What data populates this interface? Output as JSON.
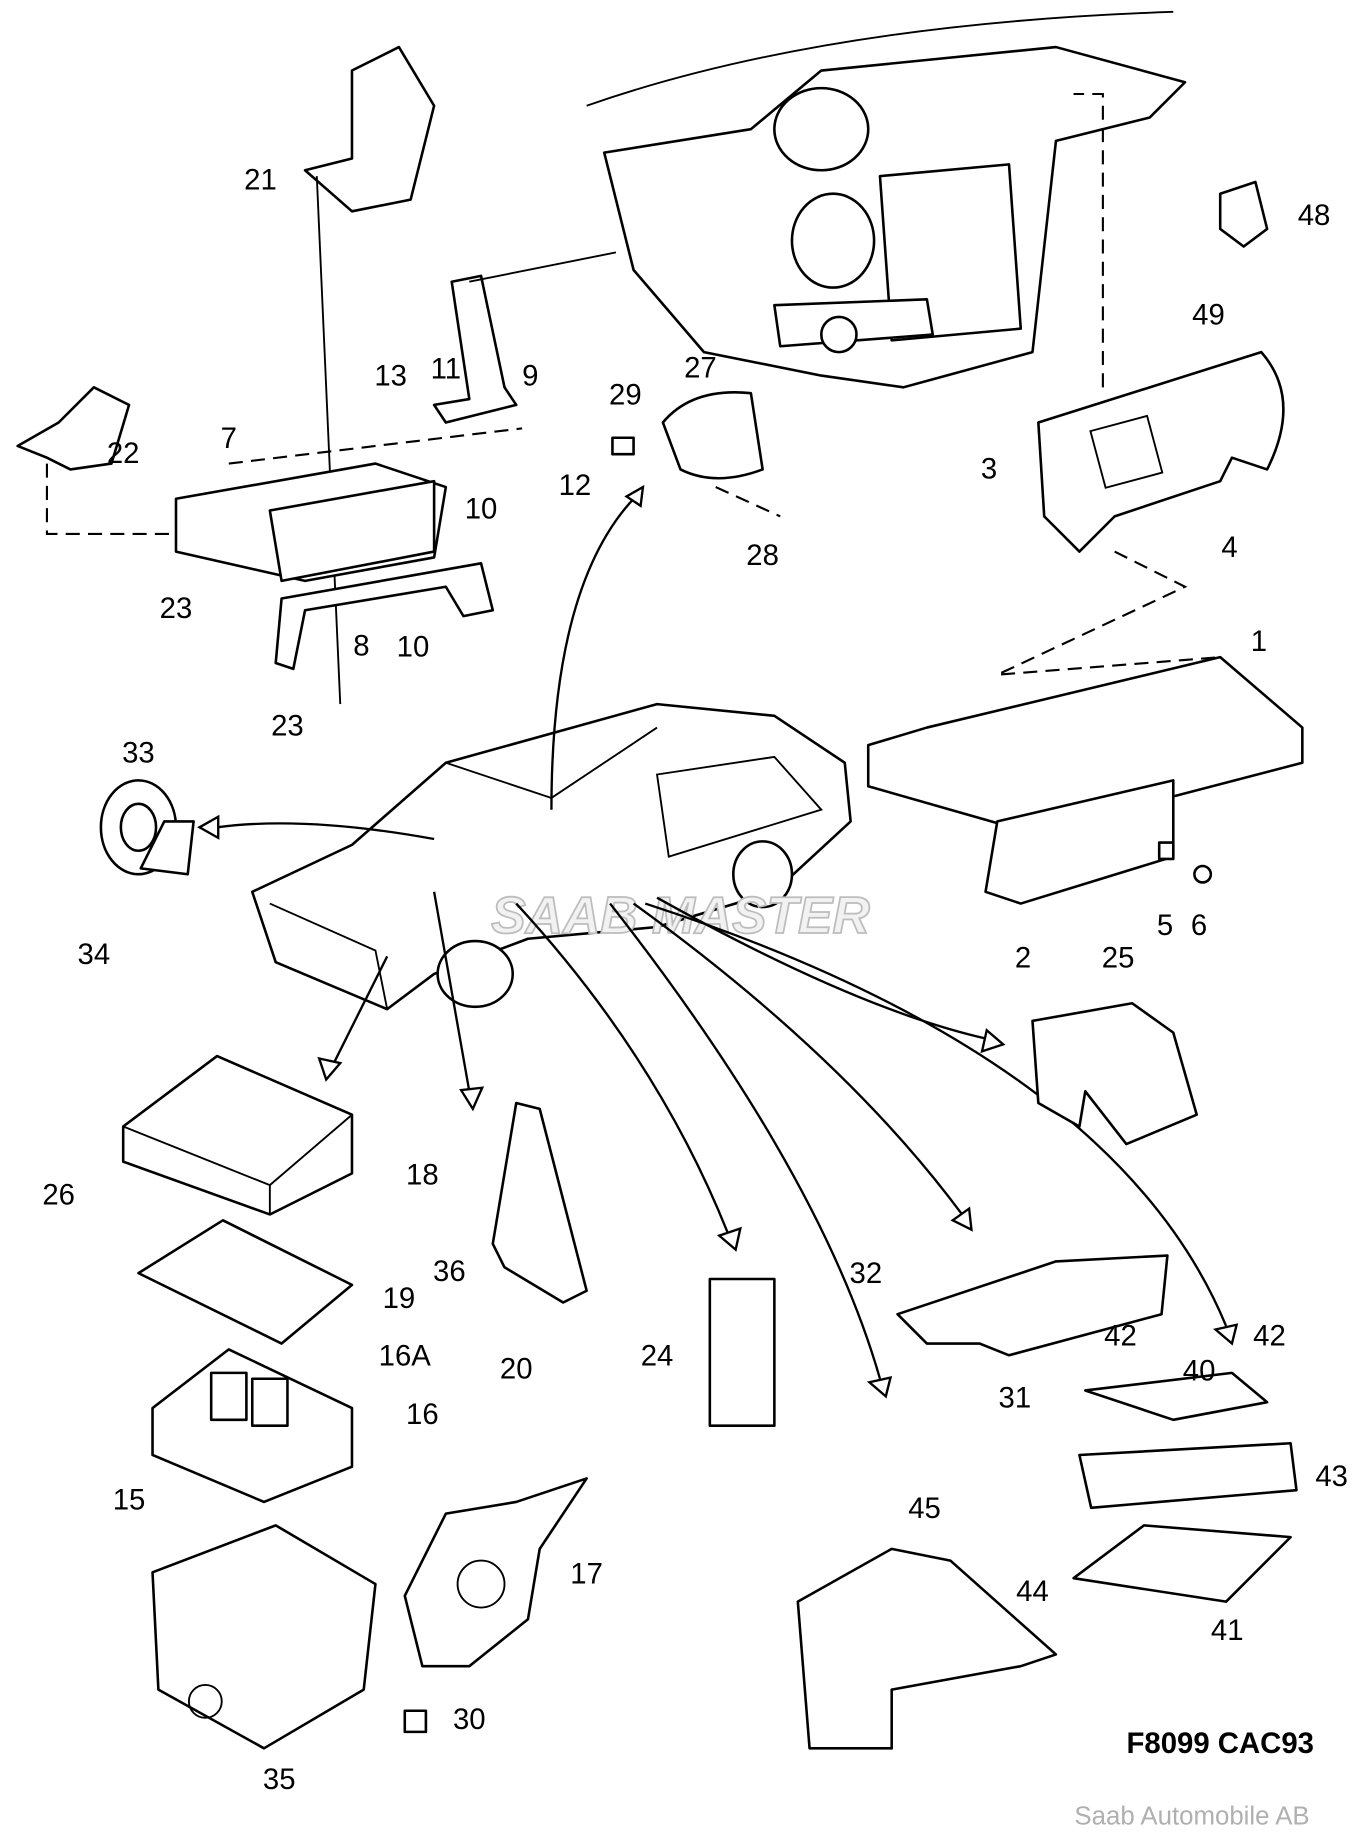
{
  "labels": {
    "p1": "1",
    "p2": "2",
    "p3": "3",
    "p4": "4",
    "p5": "5",
    "p6": "6",
    "p7": "7",
    "p8": "8",
    "p9": "9",
    "p10": "10",
    "p11": "11",
    "p12": "12",
    "p13": "13",
    "p15": "15",
    "p16": "16",
    "p16a": "16A",
    "p17": "17",
    "p18": "18",
    "p19": "19",
    "p20": "20",
    "p21": "21",
    "p22": "22",
    "p23": "23",
    "p24": "24",
    "p25": "25",
    "p26": "26",
    "p27": "27",
    "p28": "28",
    "p29": "29",
    "p30": "30",
    "p31": "31",
    "p32": "32",
    "p33": "33",
    "p34": "34",
    "p35": "35",
    "p36": "36",
    "p40": "40",
    "p41": "41",
    "p42": "42",
    "p43": "43",
    "p44": "44",
    "p45": "45",
    "p48": "48",
    "p49": "49"
  },
  "figure_code": "F8099 CAC93",
  "watermark": "SAAB MASTER",
  "credit": "Saab Automobile AB"
}
